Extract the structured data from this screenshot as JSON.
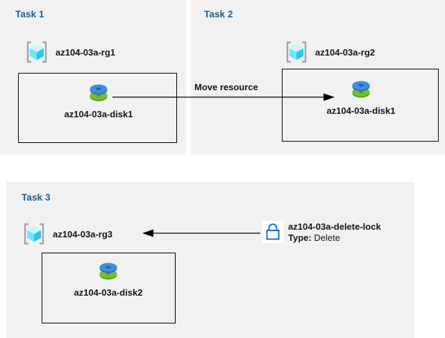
{
  "theme": {
    "panel_bg": "#f1f1f1",
    "page_bg": "#ffffff",
    "title_color": "#1b5d8e",
    "text_color": "#151515",
    "border_color": "#000000",
    "lock_color": "#1f6fe0",
    "disk_blue": "#3b8ede",
    "disk_green": "#7cbb2b",
    "rg_cube_cyan": "#50e6ff",
    "rg_bracket_gray": "#a3a3a3"
  },
  "panels": [
    {
      "id": "task1",
      "title": "Task 1",
      "resource_group": {
        "label": "az104-03a-rg1",
        "icon": "resource-group-icon"
      },
      "resource": {
        "label": "az104-03a-disk1",
        "icon": "managed-disk-icon"
      }
    },
    {
      "id": "task2",
      "title": "Task 2",
      "resource_group": {
        "label": "az104-03a-rg2",
        "icon": "resource-group-icon"
      },
      "resource": {
        "label": "az104-03a-disk1",
        "icon": "managed-disk-icon"
      }
    },
    {
      "id": "task3",
      "title": "Task 3",
      "resource_group": {
        "label": "az104-03a-rg3",
        "icon": "resource-group-icon"
      },
      "resource": {
        "label": "az104-03a-disk2",
        "icon": "managed-disk-icon"
      }
    }
  ],
  "arrows": [
    {
      "id": "move-resource",
      "label": "Move resource",
      "direction": "right",
      "from": "task1-disk1",
      "to": "task2-disk1"
    },
    {
      "id": "lock-applied",
      "label": "",
      "direction": "left",
      "from": "az104-03a-delete-lock",
      "to": "az104-03a-rg3"
    }
  ],
  "lock": {
    "icon": "lock-icon",
    "name": "az104-03a-delete-lock",
    "type_label": "Type:",
    "type_value": "Delete"
  }
}
